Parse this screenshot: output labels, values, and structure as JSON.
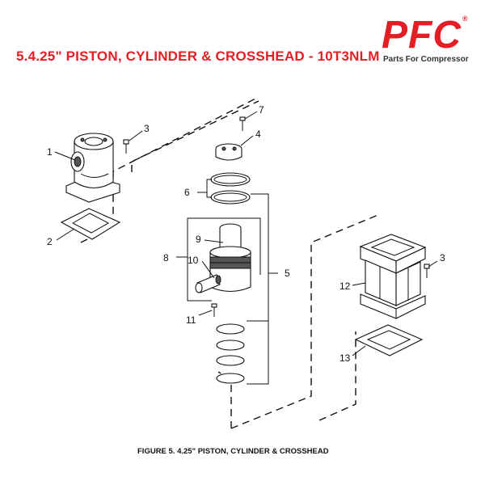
{
  "header": {
    "title": "5.4.25\" PISTON, CYLINDER & CROSSHEAD - 10T3NLM"
  },
  "logo": {
    "letters": "PFC",
    "registered": "®",
    "tagline": "Parts For Compressor",
    "color": "#e31e24"
  },
  "diagram": {
    "callouts": [
      "1",
      "2",
      "3",
      "4",
      "5",
      "6",
      "7",
      "8",
      "9",
      "10",
      "11",
      "3",
      "12",
      "13"
    ],
    "caption": "FIGURE 5. 4.25\" PISTON, CYLINDER & CROSSHEAD"
  }
}
